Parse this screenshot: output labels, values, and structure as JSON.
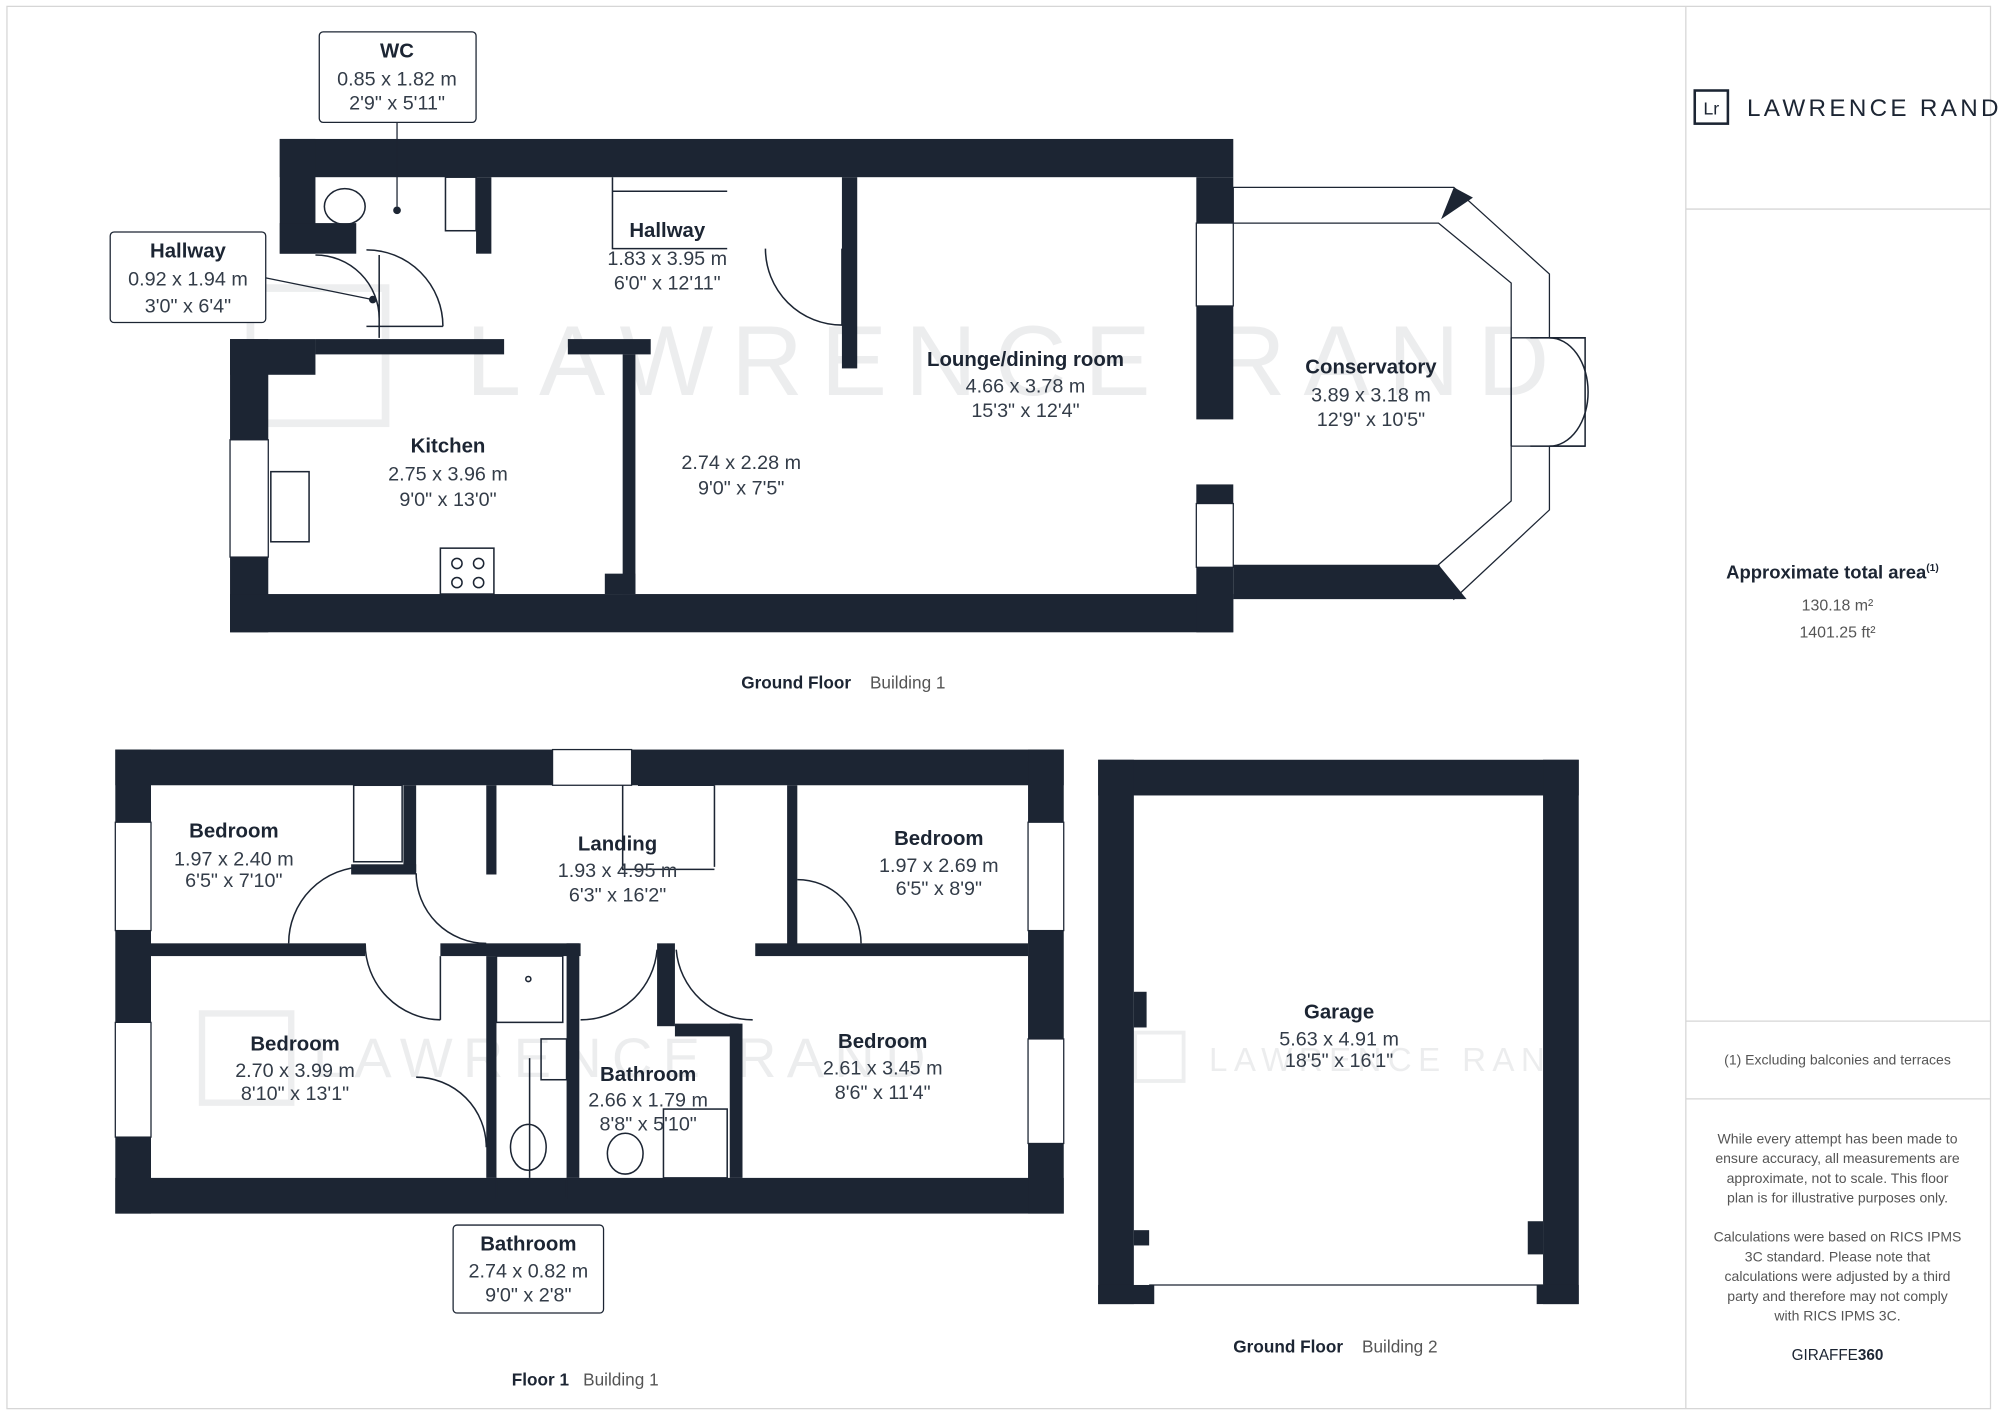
{
  "brand": {
    "logo_mark": "Lr",
    "name": "LAWRENCE RAND",
    "watermark": "LAWRENCE RAND"
  },
  "rooms": [
    {
      "name": "WC",
      "metric": "0.85 x 1.82 m",
      "imperial": "2'9\" x 5'11\""
    },
    {
      "name": "Hallway",
      "metric": "0.92 x 1.94 m",
      "imperial": "3'0\" x 6'4\""
    },
    {
      "name": "Hallway",
      "metric": "1.83 x 3.95 m",
      "imperial": "6'0\" x 12'11\""
    },
    {
      "name": "Kitchen",
      "metric": "2.75 x 3.96 m",
      "imperial": "9'0\" x 13'0\""
    },
    {
      "name": "",
      "metric": "2.74 x 2.28 m",
      "imperial": "9'0\" x 7'5\""
    },
    {
      "name": "Lounge/dining room",
      "metric": "4.66 x 3.78 m",
      "imperial": "15'3\" x 12'4\""
    },
    {
      "name": "Conservatory",
      "metric": "3.89 x 3.18 m",
      "imperial": "12'9\" x 10'5\""
    },
    {
      "name": "Bedroom",
      "metric": "1.97 x 2.40 m",
      "imperial": "6'5\" x 7'10\""
    },
    {
      "name": "Landing",
      "metric": "1.93 x 4.95 m",
      "imperial": "6'3\" x 16'2\""
    },
    {
      "name": "Bedroom",
      "metric": "1.97 x 2.69 m",
      "imperial": "6'5\" x 8'9\""
    },
    {
      "name": "Bedroom",
      "metric": "2.70 x 3.99 m",
      "imperial": "8'10\" x 13'1\""
    },
    {
      "name": "Bathroom",
      "metric": "2.66 x 1.79 m",
      "imperial": "8'8\" x 5'10\""
    },
    {
      "name": "Bedroom",
      "metric": "2.61 x 3.45 m",
      "imperial": "8'6\" x 11'4\""
    },
    {
      "name": "Bathroom",
      "metric": "2.74 x 0.82 m",
      "imperial": "9'0\" x 2'8\""
    },
    {
      "name": "Garage",
      "metric": "5.63 x 4.91 m",
      "imperial": "18'5\" x 16'1\""
    }
  ],
  "floors": [
    {
      "floor": "Ground Floor",
      "building": "Building 1"
    },
    {
      "floor": "Floor 1",
      "building": "Building 1"
    },
    {
      "floor": "Ground Floor",
      "building": "Building 2"
    }
  ],
  "summary": {
    "title": "Approximate total area",
    "footnote_mark": "(1)",
    "area_m2": "130.18 m²",
    "area_ft2": "1401.25 ft²",
    "footnote": "(1) Excluding balconies and terraces"
  },
  "disclaimer": {
    "lines1": [
      "While every attempt has been made to",
      "ensure accuracy, all measurements are",
      "approximate, not to scale. This floor",
      "plan is for illustrative purposes only."
    ],
    "lines2": [
      "Calculations were based on RICS IPMS",
      "3C standard. Please note that",
      "calculations were adjusted by a third",
      "party and therefore may not comply",
      "with RICS IPMS 3C."
    ],
    "credit_a": "GIRAFFE",
    "credit_b": "360"
  }
}
